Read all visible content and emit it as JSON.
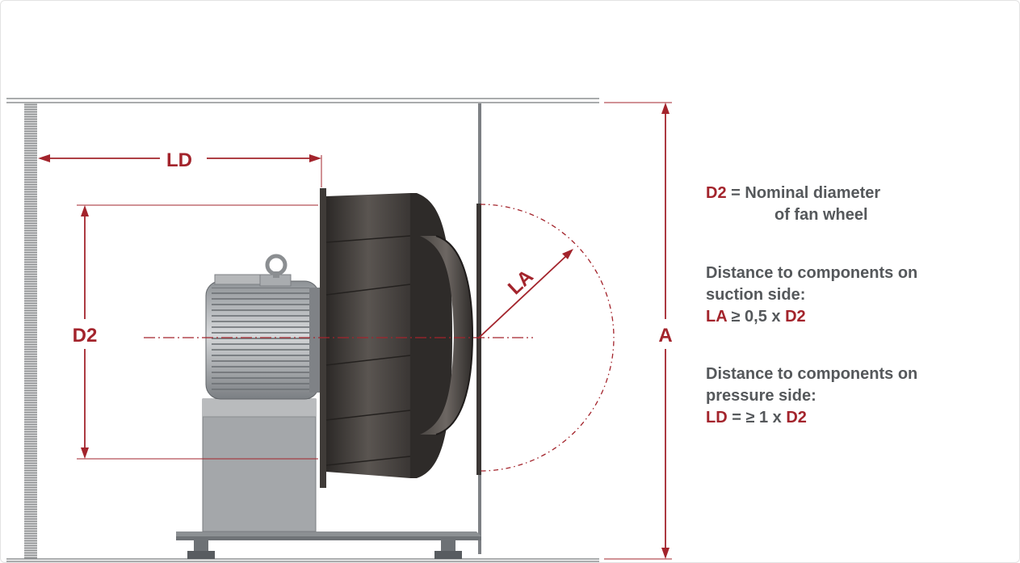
{
  "colors": {
    "accent": "#a3242c",
    "text": "#55585b",
    "metal": "#a4a7aa",
    "wheel": "#3e3a37"
  },
  "labels": {
    "ld": "LD",
    "d2": "D2",
    "la": "LA",
    "a": "A"
  },
  "legend": {
    "d2_term": "D2",
    "d2_eq": " = Nominal diameter",
    "d2_line2": "of fan wheel",
    "suction_line1": "Distance to components on",
    "suction_line2": "suction side:",
    "suction_la": "LA",
    "suction_mid": " ≥ 0,5 x ",
    "suction_d2": "D2",
    "pressure_line1": "Distance to components on",
    "pressure_line2": "pressure side:",
    "pressure_ld": "LD",
    "pressure_mid": " = ≥ 1 x ",
    "pressure_d2": "D2"
  }
}
